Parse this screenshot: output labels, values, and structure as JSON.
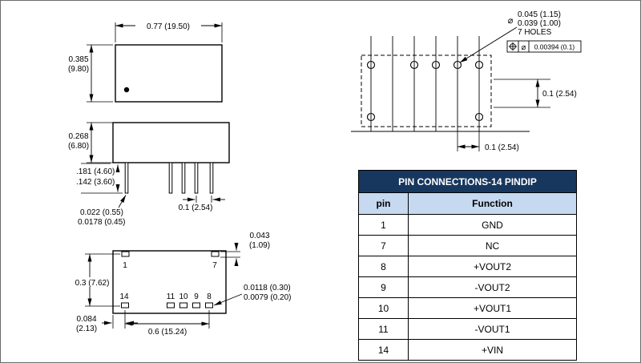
{
  "drawing": {
    "top_view": {
      "width": "0.77 (19.50)",
      "height1": "0.385",
      "height2": "(9.80)"
    },
    "side_view": {
      "body_h1": "0.268",
      "body_h2": "(6.80)",
      "lead_len_max": ".181 (4.60)",
      "lead_len_min": ".142 (3.60)",
      "lead_w_max": "0.022 (0.55)",
      "lead_w_min": "0.0178 (0.45)",
      "pitch": "0.1 (2.54)"
    },
    "bottom_view": {
      "pad_len1": "0.043",
      "pad_len2": "(1.09)",
      "row_spacing": "0.3 (7.62)",
      "pad_w_max": "0.0118 (0.30)",
      "pad_w_min": "0.0079 (0.20)",
      "edge_offset1": "0.084",
      "edge_offset2": "(2.13)",
      "span": "0.6 (15.24)",
      "pins": {
        "p1": "1",
        "p7": "7",
        "p14": "14",
        "p11": "11",
        "p10": "10",
        "p9": "9",
        "p8": "8"
      }
    },
    "hole_pattern": {
      "diameter_symbol": "⌀",
      "hole_d_max": "0.045 (1.15)",
      "hole_d_min": "0.039 (1.00)",
      "hole_count": "7 HOLES",
      "tolerance_diameter_symbol": "⌀",
      "tolerance": "0.00394 (0.1)",
      "row_pitch": "0.1 (2.54)",
      "col_pitch": "0.1 (2.54)"
    }
  },
  "pin_table": {
    "title": "PIN CONNECTIONS-14 PINDIP",
    "columns": {
      "pin": "pin",
      "function": "Function"
    },
    "rows": [
      {
        "pin": "1",
        "fn": "GND"
      },
      {
        "pin": "7",
        "fn": "NC"
      },
      {
        "pin": "8",
        "fn": "+VOUT2"
      },
      {
        "pin": "9",
        "fn": "-VOUT2"
      },
      {
        "pin": "10",
        "fn": "+VOUT1"
      },
      {
        "pin": "11",
        "fn": "-VOUT1"
      },
      {
        "pin": "14",
        "fn": "+VIN"
      }
    ],
    "colors": {
      "header_bg": "#17375E",
      "header_text": "#FFFFFF",
      "subheader_bg": "#C6D9F1",
      "border": "#000000"
    }
  }
}
